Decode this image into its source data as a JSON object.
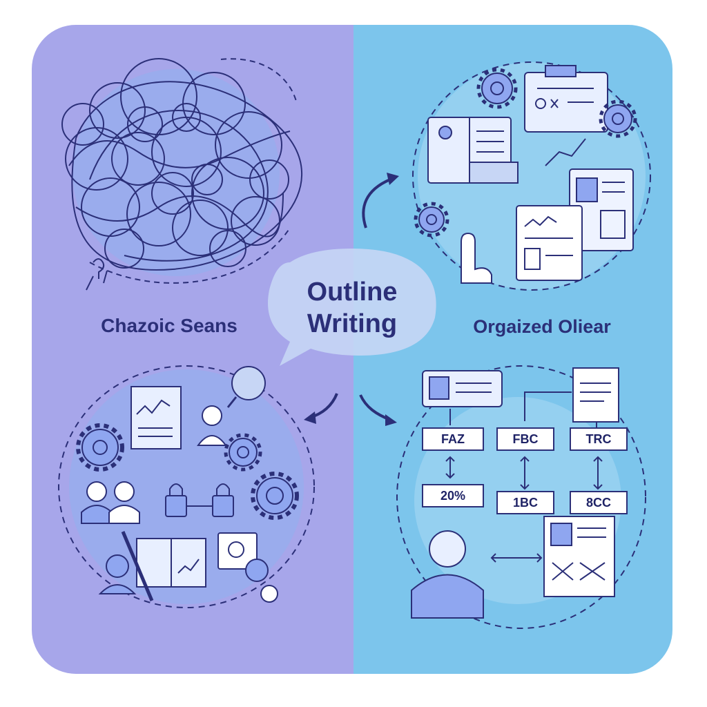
{
  "center": {
    "title_line1": "Outline",
    "title_line2": "Writing"
  },
  "left_label": "Chazoic Seans",
  "right_label": "Orgaized Oliear",
  "flow_nodes": {
    "row1": [
      "FAZ",
      "FBC",
      "TRC"
    ],
    "row2": [
      "20%",
      "1BC",
      "8CC"
    ]
  },
  "colors": {
    "left_bg": "#a7a6ea",
    "right_bg": "#7cc5ec",
    "ink": "#2b2f78",
    "accent_fill": "#8fa6f0"
  },
  "icons": [
    "tangled-scribble-icon",
    "gear-icon",
    "document-icon",
    "pointing-hand-icon",
    "person-icon",
    "lock-icon",
    "magnifier-icon",
    "arrow-icon",
    "chart-icon"
  ]
}
